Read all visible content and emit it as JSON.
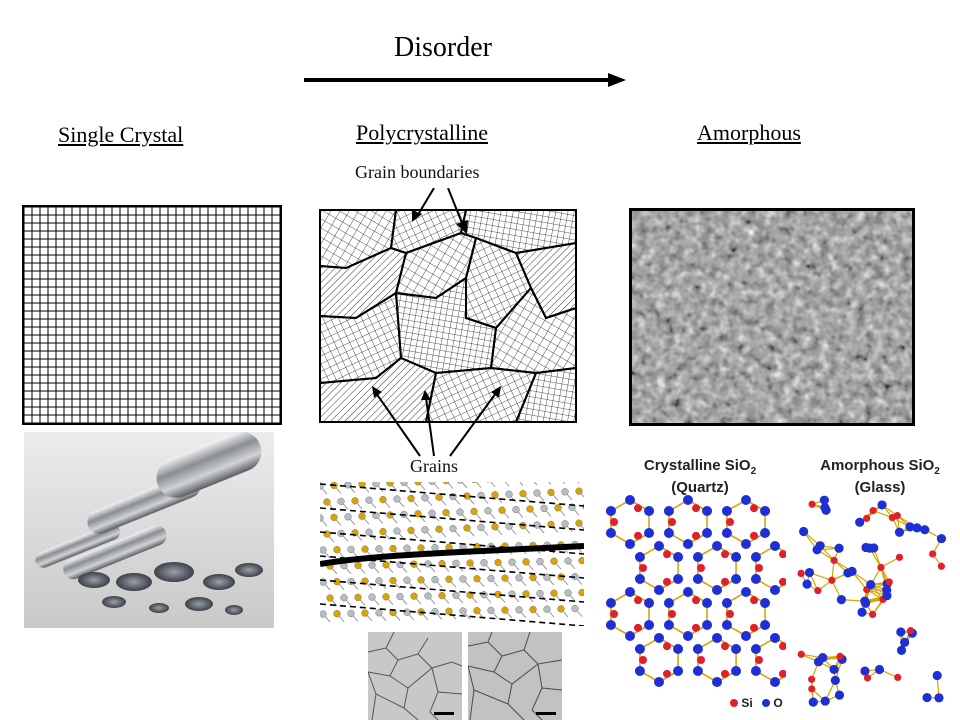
{
  "header": {
    "title": "Disorder"
  },
  "columns": {
    "single": {
      "title": "Single Crystal"
    },
    "poly": {
      "title": "Polycrystalline",
      "boundaries_label": "Grain boundaries",
      "grains_label": "Grains"
    },
    "amorphous": {
      "title": "Amorphous"
    }
  },
  "sio2": {
    "crystalline_title": "Crystalline SiO",
    "crystalline_sub": "2",
    "crystalline_note": "(Quartz)",
    "amorphous_title": "Amorphous SiO",
    "amorphous_sub": "2",
    "amorphous_note": "(Glass)",
    "legend_si": "Si",
    "legend_o": "O",
    "colors": {
      "si": "#e0202a",
      "o": "#1e2fd6",
      "bond": "#d9a400"
    }
  },
  "icons": [
    "arrow-right-icon",
    "arrow-icon"
  ]
}
